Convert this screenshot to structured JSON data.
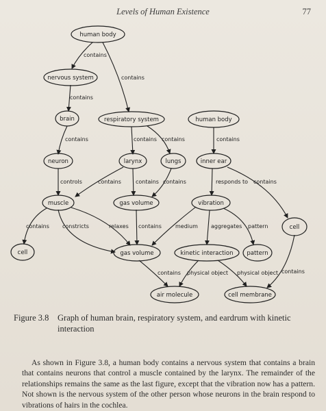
{
  "header": {
    "running_head": "Levels of Human Existence",
    "page_number": "77"
  },
  "nodes": {
    "human_body": "human body",
    "nervous_system": "nervous system",
    "brain": "brain",
    "neuron": "neuron",
    "muscle": "muscle",
    "cell_left": "cell",
    "respiratory_system": "respiratory system",
    "larynx": "larynx",
    "lungs": "lungs",
    "gas_volume_top": "gas volume",
    "gas_volume_bottom": "gas volume",
    "air_molecule": "air molecule",
    "human_body_right": "human body",
    "inner_ear": "inner ear",
    "vibration": "vibration",
    "kinetic_interaction": "kinetic interaction",
    "pattern": "pattern",
    "cell_right": "cell",
    "cell_membrane": "cell membrane"
  },
  "edges": {
    "hb_ns": "contains",
    "hb_rs": "contains",
    "ns_brain": "contains",
    "brain_neuron": "contains",
    "neuron_muscle": "controls",
    "rs_larynx": "contains",
    "rs_lungs": "contains",
    "larynx_muscle": "contains",
    "larynx_gv": "contains",
    "lungs_gv": "contains",
    "muscle_cell": "contains",
    "muscle_gv2_constricts": "constricts",
    "muscle_gv2_relaxes": "relaxes",
    "gv_gv2": "contains",
    "hb2_ie": "contains",
    "ie_vib": "responds to",
    "ie_cell": "contains",
    "vib_gv2": "medium",
    "vib_ki": "aggregates",
    "vib_pattern": "pattern",
    "gv2_air": "contains",
    "ki_air": "physical object",
    "ki_cm": "physical object",
    "cell_cm": "contains"
  },
  "caption": {
    "figure_number": "Figure 3.8",
    "text": "Graph of human brain, respiratory system, and eardrum with kinetic interaction"
  },
  "body_text": "As shown in Figure 3.8, a human body contains a nervous system that contains a brain that contains neurons that control a muscle contained by the larynx. The remainder of the relationships remains the same as the last figure, except that the vibration now has a pattern. Not shown is the nervous system of the other person whose neurons in the brain respond to vibrations of hairs in the cochlea."
}
